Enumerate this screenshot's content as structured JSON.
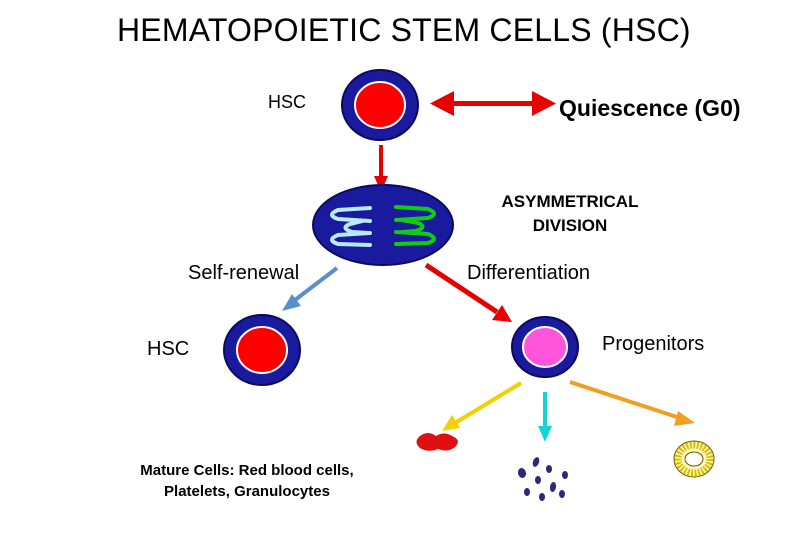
{
  "title": "HEMATOPOIETIC STEM CELLS (HSC)",
  "labels": {
    "hsc_top": "HSC",
    "quiescence": "Quiescence (G0)",
    "asymmetrical_division": "ASYMMETRICAL DIVISION",
    "self_renewal": "Self-renewal",
    "differentiation": "Differentiation",
    "hsc_left": "HSC",
    "progenitors": "Progenitors",
    "mature_cells": "Mature Cells: Red blood cells, Platelets, Granulocytes"
  },
  "colors": {
    "cell_membrane": "#1a1a9e",
    "hsc_nucleus": "#ff0000",
    "progenitor_nucleus": "#ff55dd",
    "arrow_red": "#e60000",
    "arrow_blue": "#5b8fc9",
    "arrow_yellow": "#f5d000",
    "arrow_cyan": "#14d4d4",
    "arrow_orange": "#f0a020",
    "chromatid_left": "#b8ecf4",
    "chromatid_right": "#11cc11",
    "red_blood_cell": "#e01010",
    "platelet": "#2a2a7a",
    "granulocyte": "#d8c000"
  },
  "icons": [
    "hsc-cell-icon",
    "dividing-cell-icon",
    "progenitor-cell-icon",
    "red-blood-cell-icon",
    "platelets-icon",
    "granulocyte-icon"
  ]
}
